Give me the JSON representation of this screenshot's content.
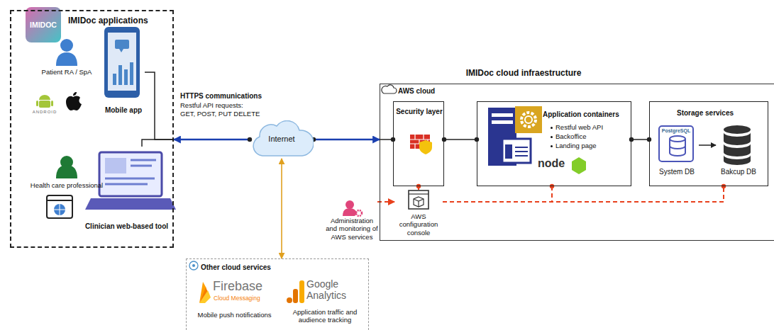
{
  "diagram": {
    "nodes": [
      {
        "text": [
          "IMIDoc applications"
        ]
      },
      {
        "text": [
          "Mobile app"
        ],
        "in": 0
      },
      {
        "text": [
          "Clinician web-based tool"
        ],
        "in": 0
      },
      {
        "text": [
          "Internet"
        ]
      },
      {
        "text": [
          "IMIDoc cloud infraestructure",
          "AWS cloud"
        ]
      },
      {
        "text": [
          "Security layer"
        ],
        "in": 4
      },
      {
        "text": [
          "Application containers",
          "Restful web API",
          "Backoffice",
          "Landing page"
        ],
        "in": 4
      },
      {
        "text": [
          "Storage services"
        ],
        "in": 4
      },
      {
        "text": [
          "System DB"
        ],
        "in": 7
      },
      {
        "text": [
          "Bakcup DB"
        ],
        "in": 7
      },
      {
        "text": [
          "AWS configuration console"
        ],
        "in": 4
      },
      {
        "text": [
          "Administration and monitoring of AWS services"
        ]
      },
      {
        "text": [
          "Other cloud services"
        ]
      },
      {
        "text": [
          "Mobile push notifications"
        ],
        "in": 12
      },
      {
        "text": [
          "Application traffic and audience tracking"
        ],
        "in": 12
      }
    ],
    "edges": [
      {
        "from": 3,
        "to": 0,
        "arrow": "to"
      },
      {
        "from": 0,
        "to": 1,
        "arrow": "none"
      },
      {
        "from": 0,
        "to": 2,
        "arrow": "none"
      },
      {
        "from": 3,
        "to": 4,
        "arrow": "to"
      },
      {
        "from": 4,
        "to": 5,
        "arrow": "none"
      },
      {
        "from": 5,
        "to": 6,
        "arrow": "none"
      },
      {
        "from": 6,
        "to": 7,
        "arrow": "none"
      },
      {
        "from": 8,
        "to": 9,
        "arrow": "to"
      },
      {
        "from": 11,
        "to": 10,
        "arrow": "to"
      },
      {
        "from": 10,
        "to": 5,
        "arrow": "none"
      },
      {
        "from": 10,
        "to": 6,
        "arrow": "none"
      },
      {
        "from": 10,
        "to": 7,
        "arrow": "none"
      },
      {
        "from": 3,
        "to": 12,
        "arrow": "both"
      }
    ],
    "labels": [
      "IMIDOC",
      "Patient RA / SpA",
      "ANDROID",
      "Health care professional",
      "HTTPS communications",
      "Restful API requests:",
      "GET, POST, PUT DELETE",
      "node",
      "PostgreSQL",
      "Firebase",
      "Cloud Messaging",
      "Google",
      "Analytics"
    ]
  }
}
